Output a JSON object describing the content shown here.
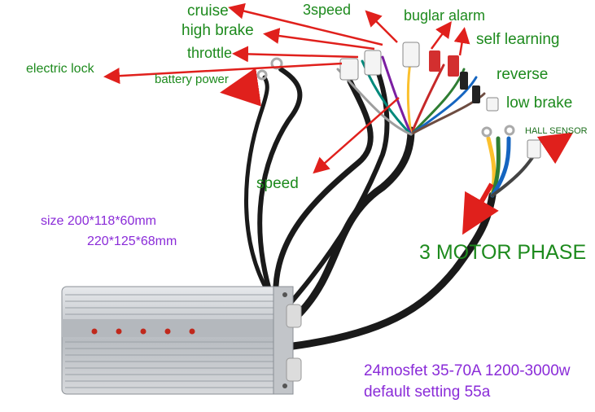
{
  "labels": {
    "cruise": "cruise",
    "high_brake": "high brake",
    "throttle": "throttle",
    "electric_lock": "electric lock",
    "battery_power": "battery power",
    "three_speed": "3speed",
    "buglar_alarm": "buglar alarm",
    "self_learning": "self learning",
    "reverse": "reverse",
    "low_brake": "low brake",
    "hall_sensor": "HALL SENSOR",
    "speed": "speed",
    "motor_phase": "3 MOTOR PHASE"
  },
  "specs": {
    "size_line1": "size 200*118*60mm",
    "size_line2": "220*125*68mm",
    "rating_line1": "24mosfet 35-70A 1200-3000w",
    "rating_line2": "default setting 55a"
  },
  "colors": {
    "label_green": "#1d8a1d",
    "spec_purple": "#8a2bd8",
    "arrow_red": "#e0201c",
    "case_silver": "#c9ccd0",
    "cable_black": "#1a1a1a",
    "led_red": "#c0281c"
  }
}
